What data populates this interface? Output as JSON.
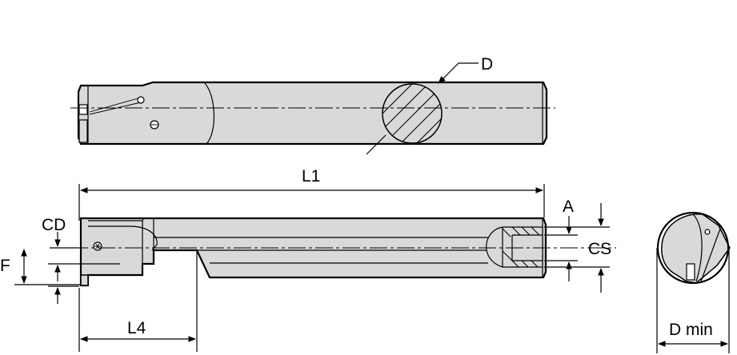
{
  "labels": {
    "d": "D",
    "l1": "L1",
    "cd": "CD",
    "f": "F",
    "l4": "L4",
    "a": "A",
    "cs": "CS",
    "d_min": "D min"
  }
}
